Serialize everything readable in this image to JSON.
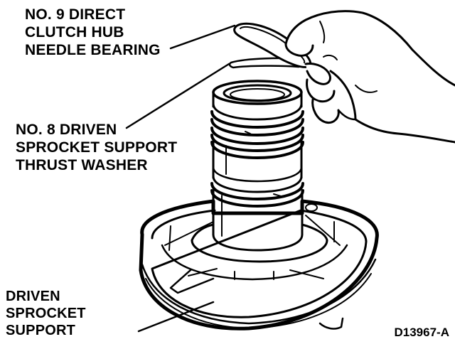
{
  "callouts": {
    "needle_bearing": {
      "line1": "NO. 9 DIRECT",
      "line2": "CLUTCH HUB",
      "line3": "NEEDLE BEARING"
    },
    "thrust_washer": {
      "line1": "NO. 8 DRIVEN",
      "line2": "SPROCKET SUPPORT",
      "line3": "THRUST WASHER"
    },
    "sprocket_support": {
      "line1": "DRIVEN",
      "line2": "SPROCKET",
      "line3": "SUPPORT"
    }
  },
  "figure_id": "D13967-A",
  "colors": {
    "ink": "#000000",
    "paper": "#ffffff"
  }
}
